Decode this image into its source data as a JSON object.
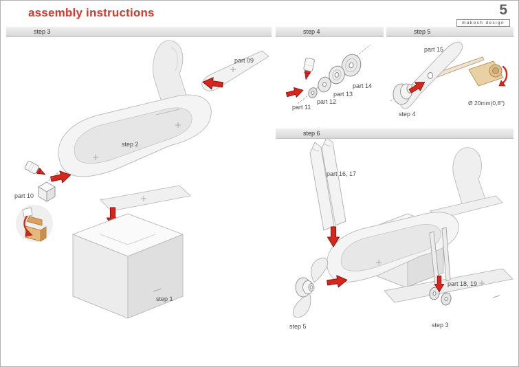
{
  "colors": {
    "accent": "#d7271d",
    "title": "#e63226",
    "cardboard": "#e6b87b"
  },
  "header": {
    "title": "assembly instructions",
    "page_number": "5",
    "brand": "makosh design"
  },
  "panels": {
    "step3": {
      "label": "step 3",
      "part09": "part 09",
      "step2": "step 2",
      "part10": "part 10",
      "step1": "step 1"
    },
    "step4": {
      "label": "step 4",
      "part11": "part 11",
      "part12": "part 12",
      "part13": "part 13",
      "part14": "part 14"
    },
    "step5": {
      "label": "step 5",
      "part15": "part 15",
      "step4_ref": "step 4",
      "diameter": "Ø 20mm(0,8\")"
    },
    "step6": {
      "label": "step 6",
      "part16_17": "part 16, 17",
      "part18_19": "part 18, 19",
      "step5_ref": "step 5",
      "step3_ref": "step 3"
    }
  }
}
